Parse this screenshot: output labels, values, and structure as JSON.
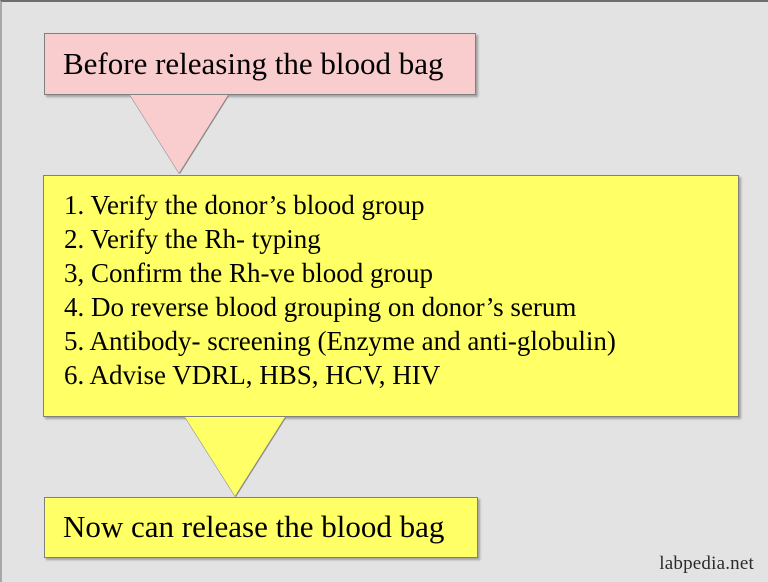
{
  "diagram": {
    "title_text": "Before releasing the blood bag",
    "background_color": "#e3e3e3",
    "start_box": {
      "label": "Before releasing the blood bag",
      "fill_color": "#f9ccce",
      "border_color": "#808080"
    },
    "steps_box": {
      "fill_color": "#ffff66",
      "border_color": "#808080",
      "steps": [
        "1. Verify the donor’s blood group",
        "2. Verify the Rh- typing",
        "3, Confirm the Rh-ve blood group",
        "4. Do reverse blood grouping on donor’s serum",
        "5. Antibody- screening (Enzyme and anti-globulin)",
        "6. Advise VDRL, HBS, HCV, HIV"
      ]
    },
    "end_box": {
      "label": "Now can release the blood bag",
      "fill_color": "#ffff66",
      "border_color": "#808080"
    },
    "connectors": [
      {
        "name": "start-to-steps",
        "shape": "down-triangle",
        "fill_color": "#f9ccce"
      },
      {
        "name": "steps-to-end",
        "shape": "down-triangle",
        "fill_color": "#ffff66"
      }
    ],
    "watermark": "labpedia.net"
  }
}
